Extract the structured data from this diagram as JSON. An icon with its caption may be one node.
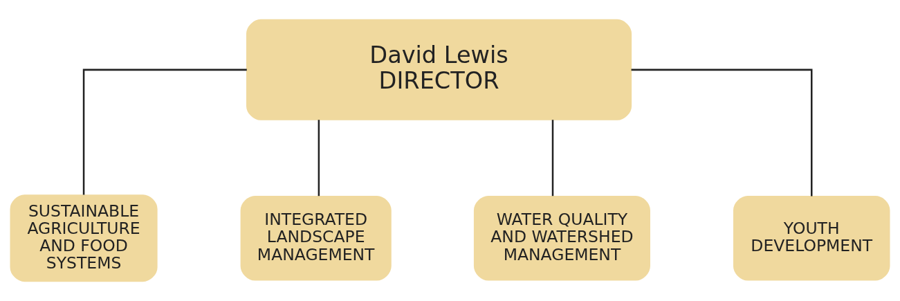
{
  "diagram": {
    "nodes": [
      {
        "text": [
          "David Lewis",
          "DIRECTOR"
        ]
      },
      {
        "text": [
          "SUSTAINABLE AGRICULTURE AND FOOD SYSTEMS"
        ]
      },
      {
        "text": [
          "INTEGRATED LANDSCAPE MANAGEMENT"
        ]
      },
      {
        "text": [
          "WATER QUALITY AND WATERSHED MANAGEMENT"
        ]
      },
      {
        "text": [
          "YOUTH DEVELOPMENT"
        ]
      }
    ],
    "edges": [
      {
        "from": 0,
        "to": 1,
        "arrow": "none"
      },
      {
        "from": 0,
        "to": 2,
        "arrow": "none"
      },
      {
        "from": 0,
        "to": 3,
        "arrow": "none"
      },
      {
        "from": 0,
        "to": 4,
        "arrow": "none"
      }
    ]
  }
}
